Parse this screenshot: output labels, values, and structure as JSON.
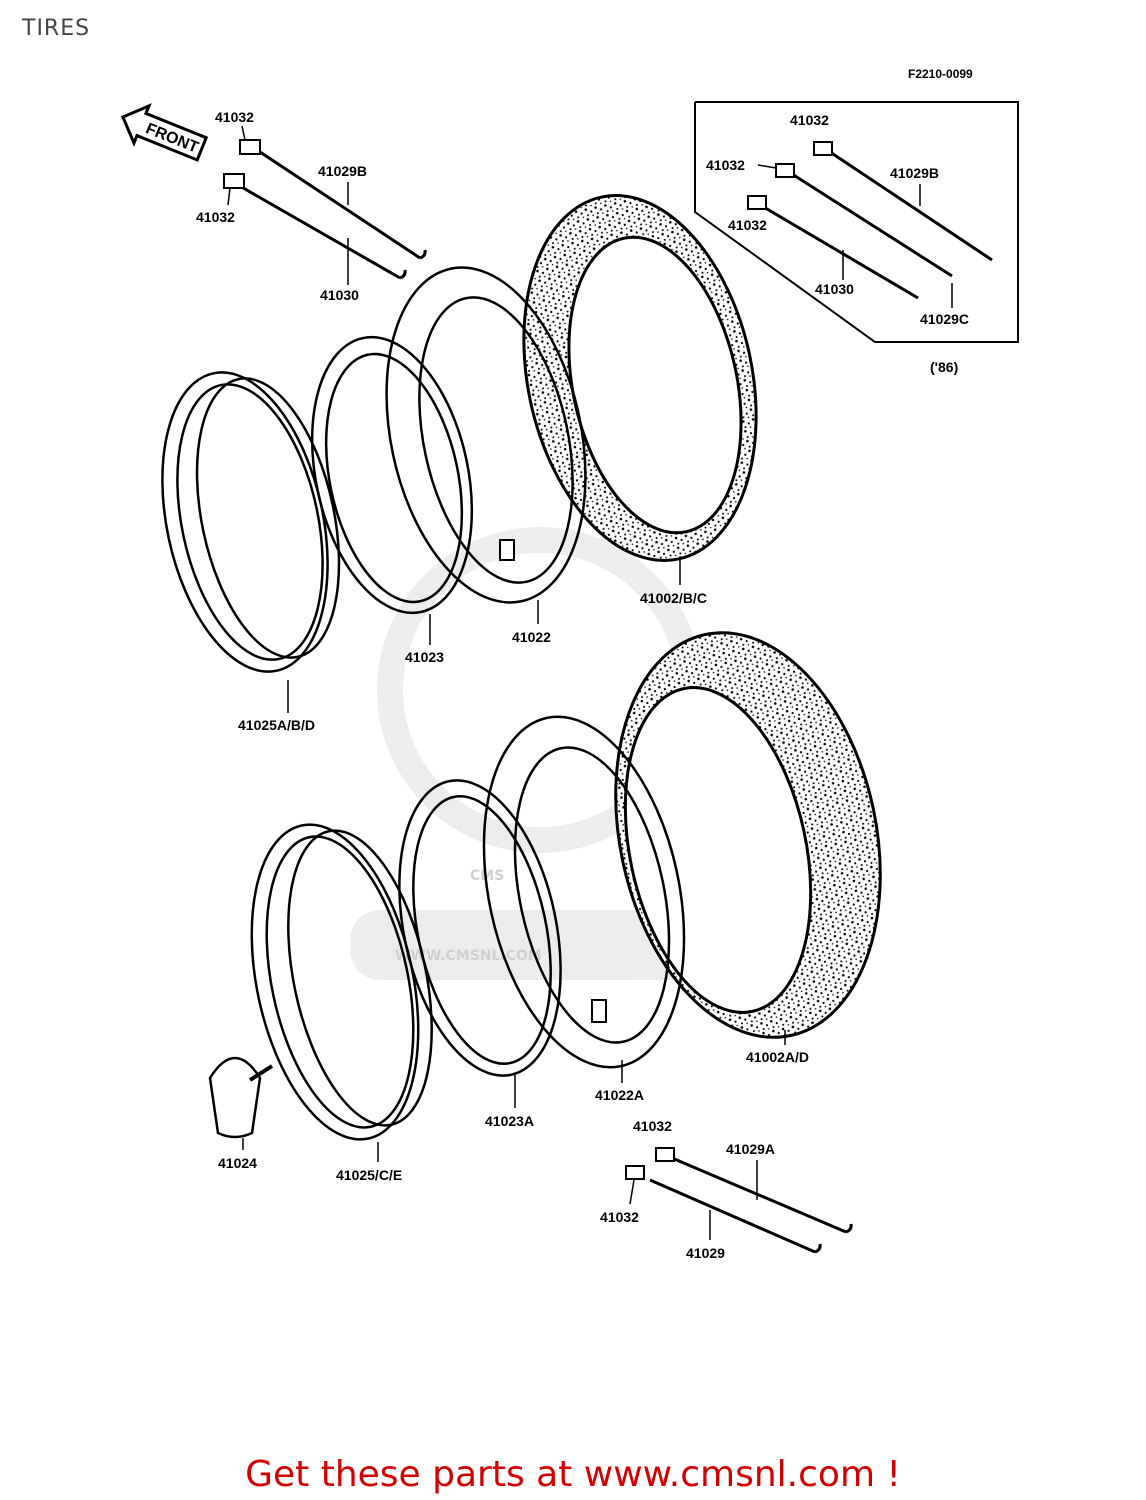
{
  "page": {
    "title": "TIRES",
    "footer": "Get these parts at www.cmsnl.com !"
  },
  "diagram": {
    "figure_code": "F2210-0099",
    "front_label": "FRONT",
    "year_note": "('86)",
    "watermark": "WWW.CMSNL.COM",
    "watermark_logo": "CMS",
    "colors": {
      "line": "#000000",
      "tire_fill": "#111111",
      "watermark": "#9a9a9a",
      "footer": "#d40000"
    },
    "labels": {
      "p41032_a": "41032",
      "p41032_b": "41032",
      "p41029b_left": "41029B",
      "p41030_left": "41030",
      "p41032_inset_top": "41032",
      "p41032_inset_mid": "41032",
      "p41032_inset_low": "41032",
      "p41029b_inset": "41029B",
      "p41030_inset": "41030",
      "p41029c_inset": "41029C",
      "p41002bc": "41002/B/C",
      "p41022": "41022",
      "p41023": "41023",
      "p41025abd": "41025A/B/D",
      "p41002ad": "41002A/D",
      "p41022a": "41022A",
      "p41023a": "41023A",
      "p41024": "41024",
      "p41025ce": "41025/C/E",
      "p41032_bottom_top": "41032",
      "p41032_bottom_low": "41032",
      "p41029a": "41029A",
      "p41029": "41029"
    }
  }
}
